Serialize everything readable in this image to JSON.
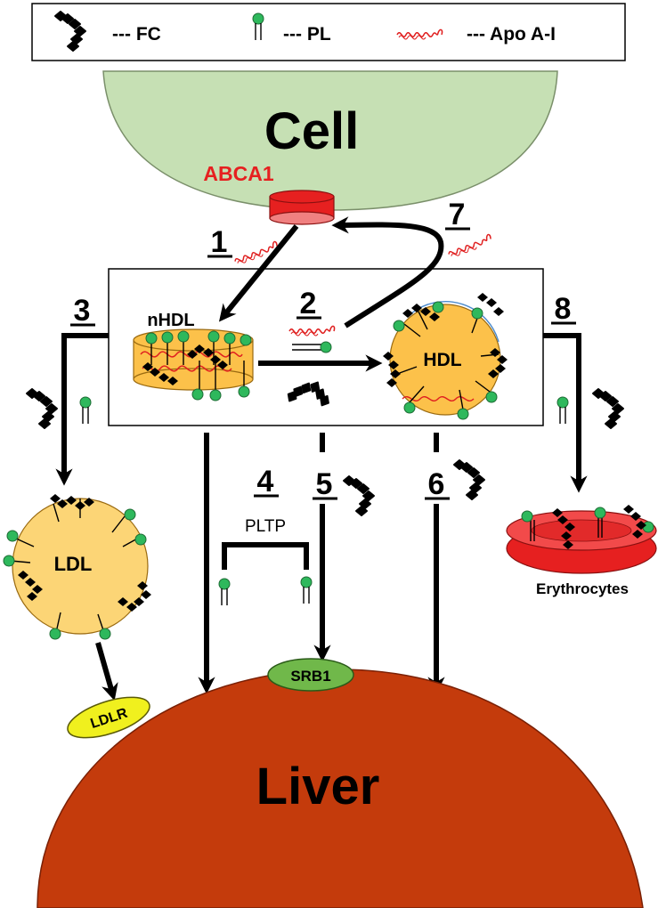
{
  "legend": {
    "fc": "--- FC",
    "pl": "--- PL",
    "apo": "--- Apo A-I"
  },
  "labels": {
    "cell": "Cell",
    "abca1": "ABCA1",
    "nhdl": "nHDL",
    "hdl": "HDL",
    "ldl": "LDL",
    "pltp": "PLTP",
    "srb1": "SRB1",
    "ldlr": "LDLR",
    "erythrocytes": "Erythrocytes",
    "liver": "Liver"
  },
  "steps": [
    "1",
    "2",
    "3",
    "4",
    "5",
    "6",
    "7",
    "8"
  ],
  "colors": {
    "cell": "#c6e0b4",
    "liver": "#c43b0c",
    "lipoprotein": "#fcc14a",
    "abca1": "#e62020",
    "srb1": "#70b84a",
    "ldlr": "#f0f01e",
    "erythrocyte": "#e62020",
    "pl_head": "#2eb85c",
    "apo": "#e02020"
  }
}
